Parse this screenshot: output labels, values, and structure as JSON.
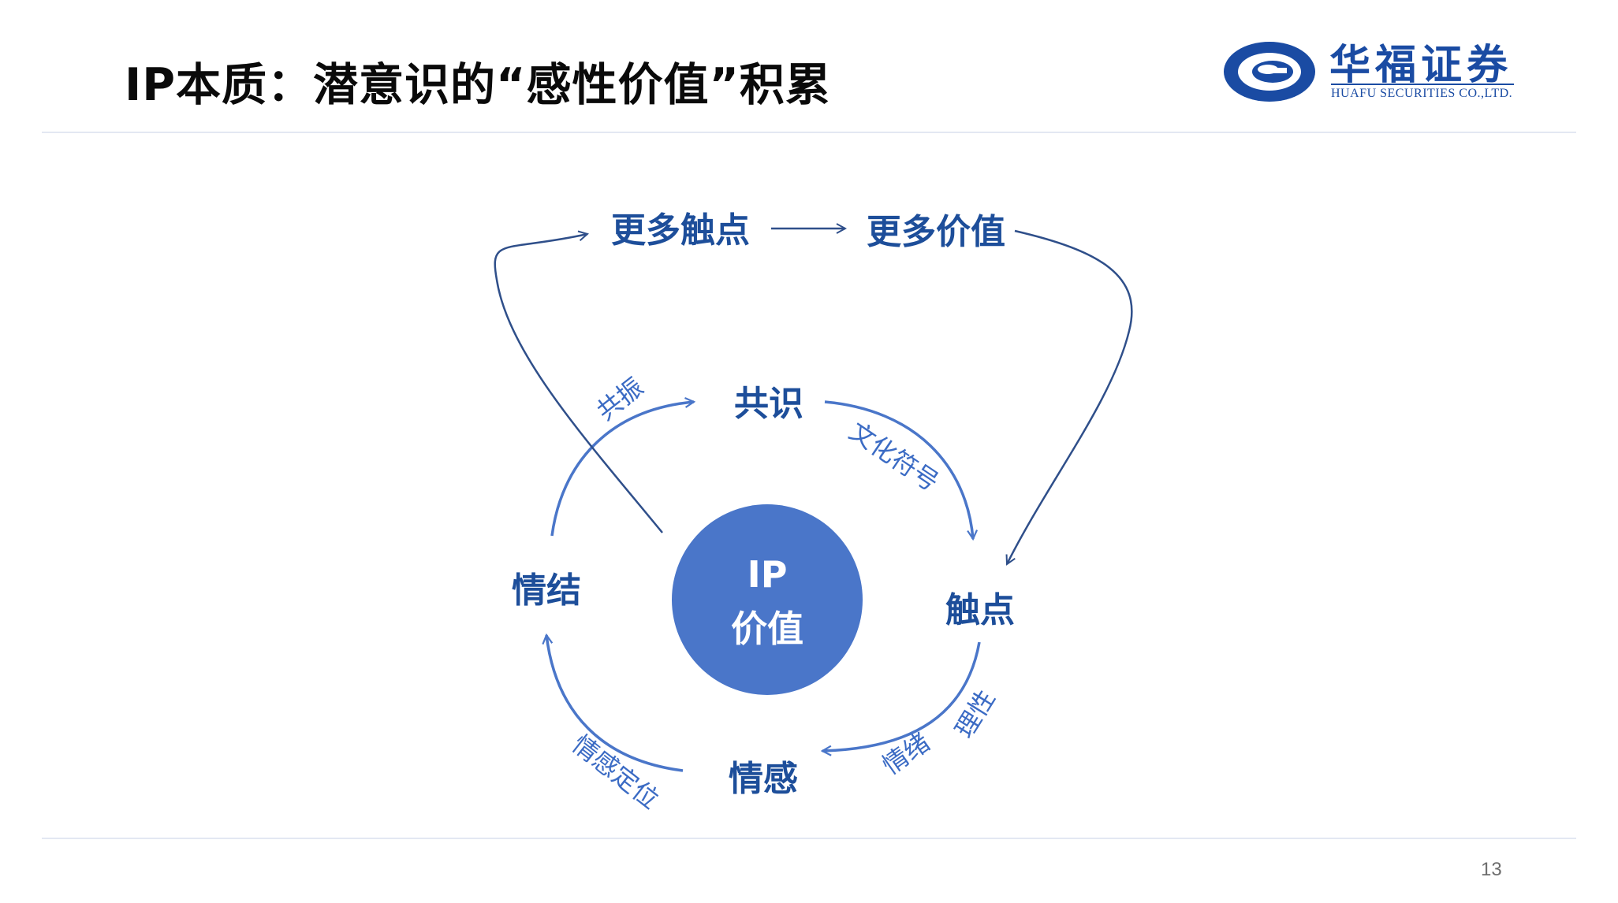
{
  "slide": {
    "title": "IP本质：潜意识的“感性价值”积累",
    "page_number": "13"
  },
  "logo": {
    "name_cn": "华福证券",
    "name_en": "HUAFU SECURITIES CO.,LTD.",
    "brand_color": "#1a4ba3"
  },
  "diagram": {
    "center": {
      "line1": "IP",
      "line2": "价值"
    },
    "nodes": {
      "consensus": "共识",
      "touchpoint": "触点",
      "emotion": "情感",
      "attachment": "情结",
      "more_touchpoints": "更多触点",
      "more_value": "更多价值"
    },
    "edge_labels": {
      "resonance": "共振",
      "cultural_symbol": "文化符号",
      "rational": "理性",
      "sentiment": "情绪",
      "emotional_positioning": "情感定位"
    },
    "colors": {
      "node_text": "#1d4e9a",
      "center_fill": "#4a76c9",
      "inner_arrows": "#4a76c9",
      "outer_arrows": "#2f4f8a",
      "edge_label": "#3b6bc4"
    }
  }
}
